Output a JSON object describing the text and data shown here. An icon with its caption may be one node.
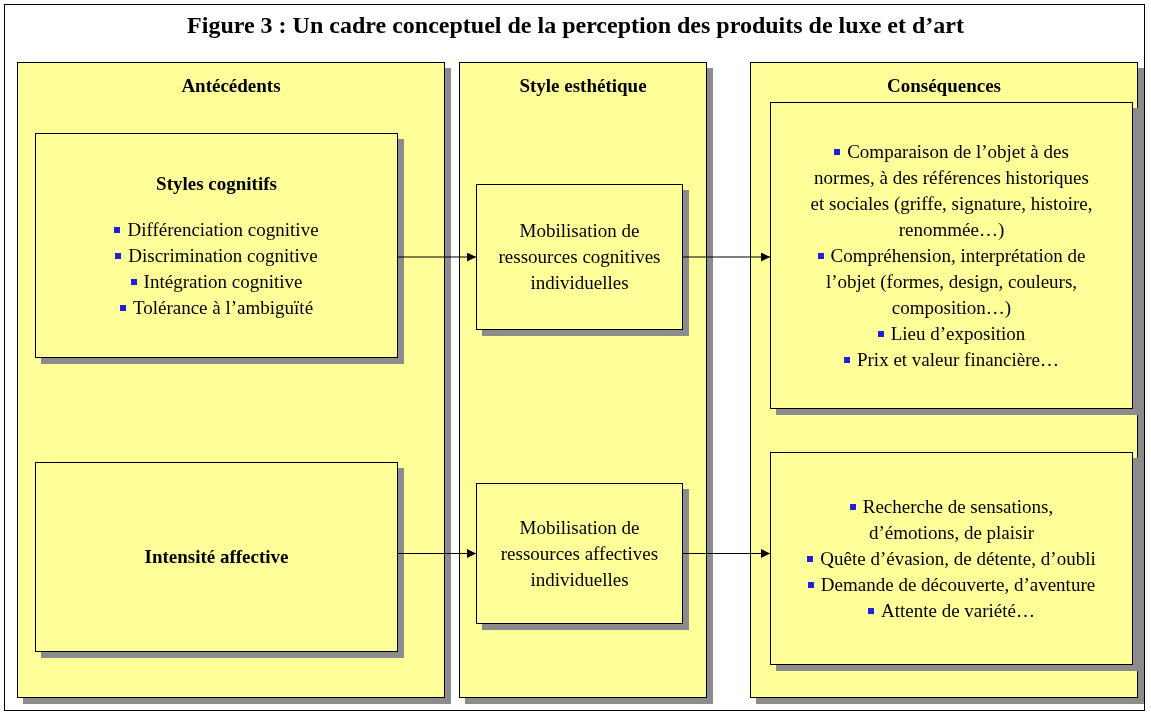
{
  "diagram": {
    "title": "Figure 3 : Un cadre conceptuel de la perception des produits de luxe et d’art",
    "nodes": [
      {
        "text": [
          "Antécédents"
        ]
      },
      {
        "text": [
          "Styles cognitifs",
          "Différenciation cognitive",
          "Discrimination cognitive",
          "Intégration cognitive",
          "Tolérance à l’ambiguïté"
        ],
        "in": 0
      },
      {
        "text": [
          "Intensité affective"
        ],
        "in": 0
      },
      {
        "text": [
          "Style esthétique"
        ]
      },
      {
        "text": [
          "Mobilisation de ressources cognitives individuelles"
        ],
        "in": 3
      },
      {
        "text": [
          "Mobilisation de ressources affectives individuelles"
        ],
        "in": 3
      },
      {
        "text": [
          "Conséquences"
        ]
      },
      {
        "text": [
          "Comparaison de l’objet à des normes, à des références historiques et sociales (griffe, signature, histoire, renommée…)",
          "Compréhension, interprétation de l’objet (formes, design, couleurs, composition…)",
          "Lieu d’exposition",
          "Prix et valeur financière…"
        ],
        "in": 6
      },
      {
        "text": [
          "Recherche de sensations, d’émotions, de plaisir",
          "Quête d’évasion, de détente, d’oubli",
          "Demande de découverte, d’aventure",
          "Attente de variété…"
        ],
        "in": 6
      }
    ],
    "edges": [
      {
        "from": 1,
        "to": 4,
        "arrow": "to"
      },
      {
        "from": 4,
        "to": 7,
        "arrow": "to"
      },
      {
        "from": 2,
        "to": 5,
        "arrow": "to"
      },
      {
        "from": 5,
        "to": 8,
        "arrow": "to"
      }
    ]
  }
}
